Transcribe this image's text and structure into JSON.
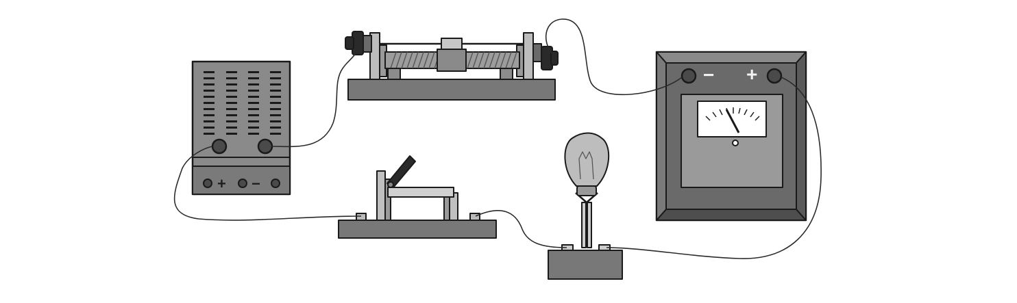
{
  "figure": {
    "components": [
      {
        "id": "power-supply",
        "terminal_labels": [
          "+",
          "−"
        ]
      },
      {
        "id": "sliding-rheostat"
      },
      {
        "id": "knife-switch"
      },
      {
        "id": "light-bulb"
      },
      {
        "id": "voltmeter",
        "terminal_labels": [
          "−",
          "+"
        ]
      }
    ]
  },
  "labels": {
    "psu_plus": "+",
    "psu_minus": "−",
    "meter_minus": "−",
    "meter_plus": "+"
  }
}
